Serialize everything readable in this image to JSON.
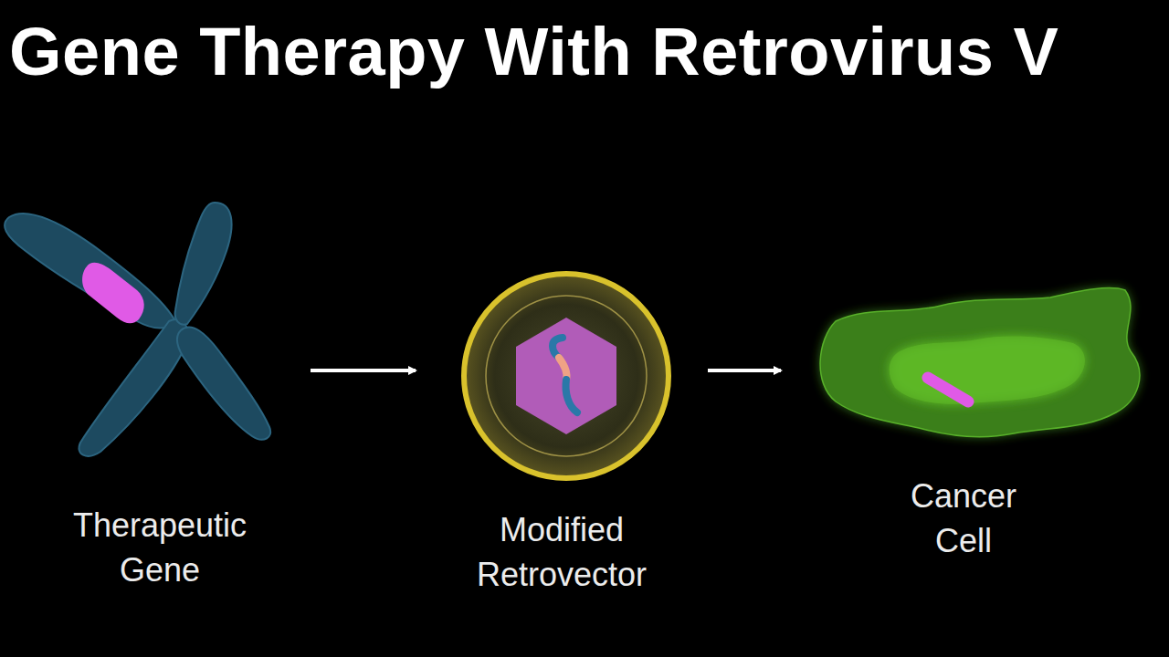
{
  "diagram": {
    "title": "Gene Therapy With Retrovirus V",
    "nodes": [
      {
        "text": [
          "Therapeutic Gene"
        ]
      },
      {
        "text": [
          "Modified Retrovector"
        ]
      },
      {
        "text": [
          "Cancer Cell"
        ]
      }
    ],
    "edges": [
      {
        "from": 0,
        "to": 1,
        "arrow": "to"
      },
      {
        "from": 1,
        "to": 2,
        "arrow": "to"
      }
    ]
  }
}
